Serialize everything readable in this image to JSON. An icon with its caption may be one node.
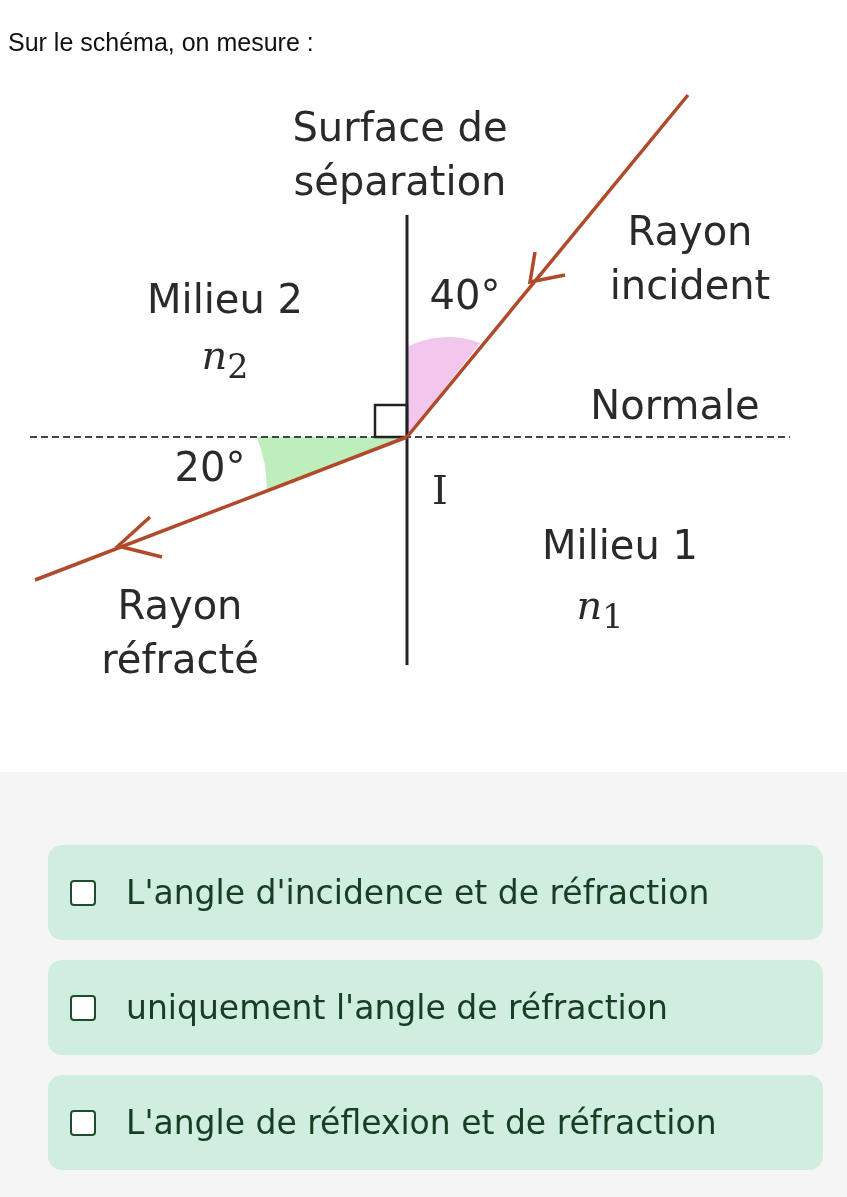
{
  "diagram": {
    "title": "Sur le schéma, on mesure :",
    "nodes": [
      {
        "text": [
          "L'angle d'incidence et de réfraction"
        ]
      },
      {
        "text": [
          "uniquement l'angle de réfraction"
        ]
      },
      {
        "text": [
          "L'angle de réflexion et de réfraction"
        ]
      }
    ],
    "labels": [
      "Surface de séparation",
      "Rayon incident",
      "Milieu 2",
      "40°",
      "*n*$_{2}$",
      "Normale",
      "20°",
      "I",
      "Milieu 1",
      "Rayon réfracté",
      "*n*$_{1}$"
    ]
  }
}
